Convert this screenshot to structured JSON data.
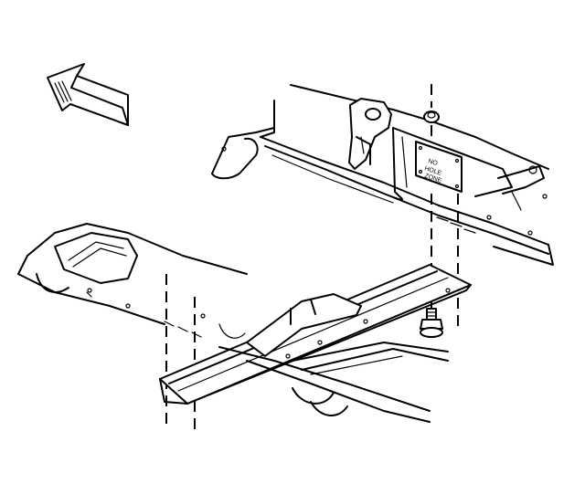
{
  "plate": {
    "line1": "NO",
    "line2": "HOLE",
    "line3": "ZONE"
  },
  "colors": {
    "ink": "#000000",
    "paper": "#ffffff"
  },
  "icons": {
    "direction": "arrow-up-left-icon",
    "fastener_top": "nut-icon",
    "fastener_bottom": "bolt-icon"
  }
}
